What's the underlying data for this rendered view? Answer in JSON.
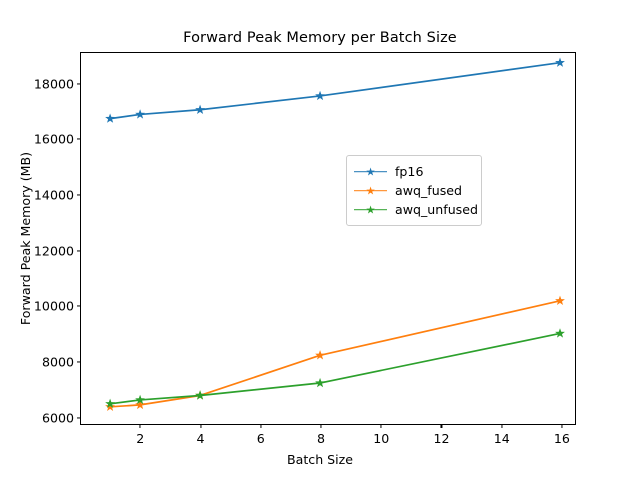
{
  "chart_data": {
    "type": "line",
    "title": "Forward Peak Memory per Batch Size",
    "xlabel": "Batch Size",
    "ylabel": "Forward Peak Memory (MB)",
    "x": [
      1,
      2,
      4,
      8,
      16
    ],
    "xlim": [
      0.03,
      16.5
    ],
    "ylim": [
      5700,
      19100
    ],
    "xticks": [
      2,
      4,
      6,
      8,
      10,
      12,
      14,
      16
    ],
    "xtick_labels": [
      "2",
      "4",
      "6",
      "8",
      "10",
      "12",
      "14",
      "16"
    ],
    "yticks": [
      6000,
      8000,
      10000,
      12000,
      14000,
      16000,
      18000
    ],
    "ytick_labels": [
      "6000",
      "8000",
      "10000",
      "12000",
      "14000",
      "16000",
      "18000"
    ],
    "grid": false,
    "legend_position": "center right",
    "marker": "star",
    "series": [
      {
        "name": "fp16",
        "color": "#1f77b4",
        "values": [
          16730,
          16880,
          17050,
          17550,
          18750
        ]
      },
      {
        "name": "awq_fused",
        "color": "#ff7f0e",
        "values": [
          6320,
          6390,
          6730,
          8180,
          10150
        ]
      },
      {
        "name": "awq_unfused",
        "color": "#2ca02c",
        "values": [
          6430,
          6570,
          6730,
          7180,
          8970
        ]
      }
    ]
  },
  "legend": {
    "items": [
      {
        "label": "fp16",
        "color": "#1f77b4"
      },
      {
        "label": "awq_fused",
        "color": "#ff7f0e"
      },
      {
        "label": "awq_unfused",
        "color": "#2ca02c"
      }
    ]
  }
}
